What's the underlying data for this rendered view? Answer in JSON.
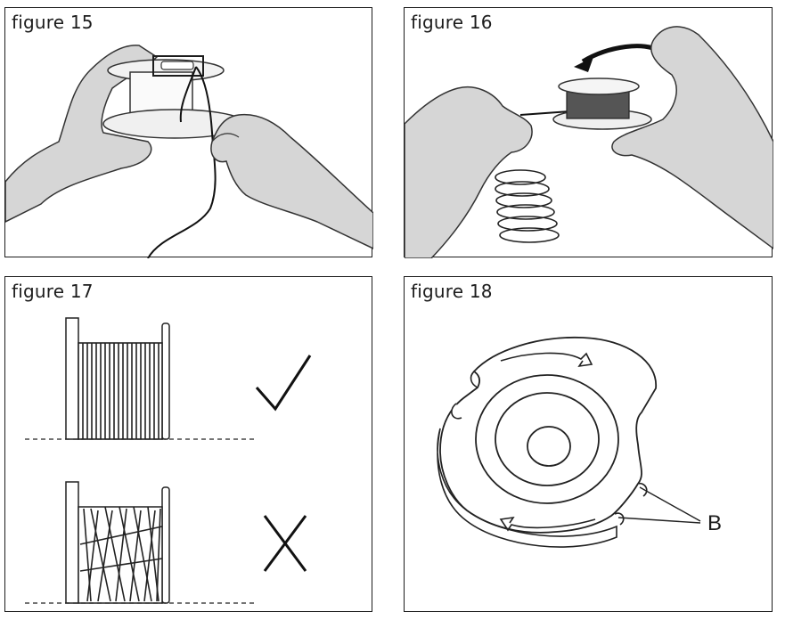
{
  "figures": [
    {
      "caption": "figure 15",
      "icon": "thread-line-through-spool-hole"
    },
    {
      "caption": "figure 16",
      "icon": "wind-line-onto-spool"
    },
    {
      "caption": "figure 17",
      "icon": "correct-vs-incorrect-winding"
    },
    {
      "caption": "figure 18",
      "icon": "spool-with-line-notches"
    }
  ],
  "fig17": {
    "correct_mark": "check-icon",
    "incorrect_mark": "cross-icon"
  },
  "fig18": {
    "label_b": "B"
  }
}
